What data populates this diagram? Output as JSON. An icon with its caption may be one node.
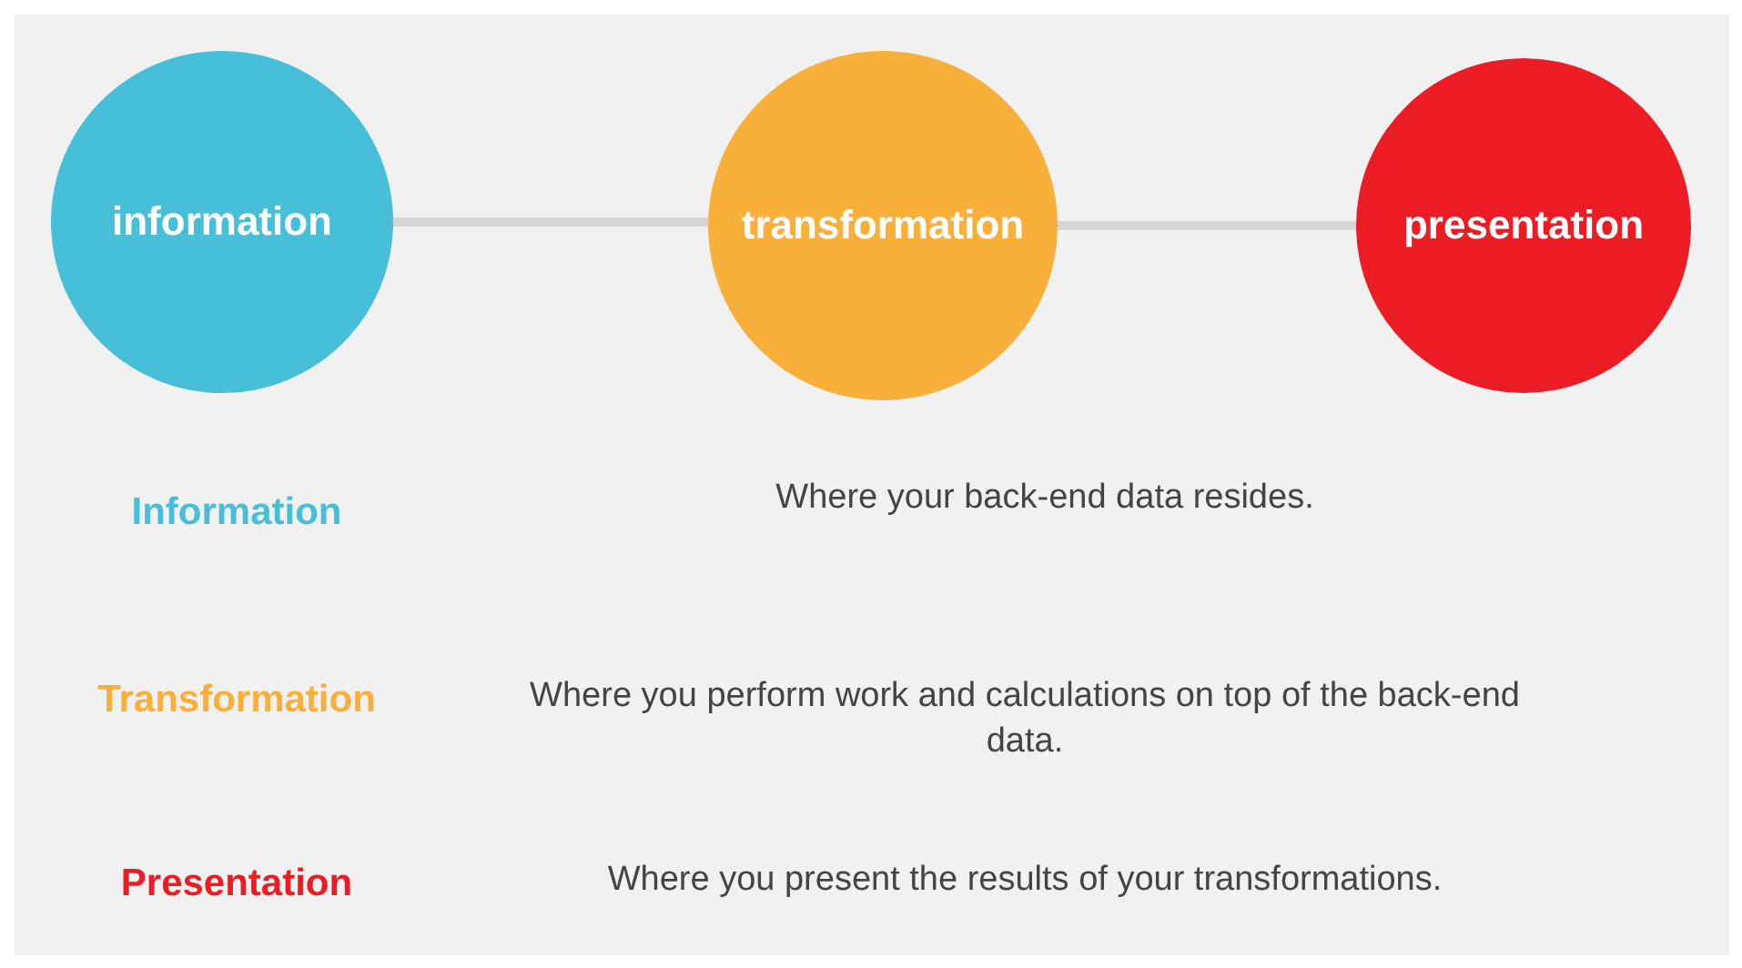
{
  "diagram": {
    "nodes": [
      {
        "text": [
          "information"
        ]
      },
      {
        "text": [
          "transformation"
        ]
      },
      {
        "text": [
          "presentation"
        ]
      }
    ],
    "edges": [
      {
        "from": 0,
        "to": 1,
        "arrow": "none"
      },
      {
        "from": 1,
        "to": 2,
        "arrow": "none"
      }
    ],
    "labels": [
      "Information",
      "Where your back-end data resides.",
      "Transformation",
      "Where you perform work and calculations on top of the back-end data.",
      "Presentation",
      "Where you present the results of your transformations."
    ]
  }
}
